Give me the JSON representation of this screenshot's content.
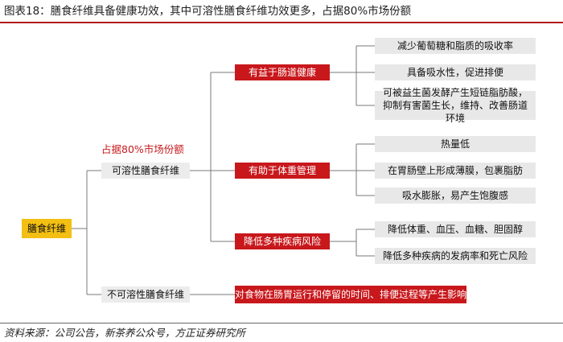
{
  "header": {
    "title": "图表18：膳食纤维具备健康功效，其中可溶性膳食纤维功效更多，占据80%市场份额"
  },
  "footer": {
    "source": "资料来源：公司公告，新茶养公众号，方正证券研究所"
  },
  "diagram": {
    "root": "膳食纤维",
    "annotation": "占据80%市场份额",
    "soluble": {
      "label": "可溶性膳食纤维",
      "benefits": [
        {
          "label": "有益于肠道健康",
          "details": [
            "减少葡萄糖和脂质的吸收率",
            "具备吸水性，促进排便",
            "可被益生菌发酵产生短链脂肪酸，抑制有害菌生长，维持、改善肠道环境"
          ]
        },
        {
          "label": "有助于体重管理",
          "details": [
            "热量低",
            "在胃肠壁上形成薄膜，包裹脂肪",
            "吸水膨胀，易产生饱腹感"
          ]
        },
        {
          "label": "降低多种疾病风险",
          "details": [
            "降低体重、血压、血糖、胆固醇",
            "降低多种疾病的发病率和死亡风险"
          ]
        }
      ]
    },
    "insoluble": {
      "label": "不可溶性膳食纤维",
      "effect": "对食物在肠胃运行和停留的时间、排便过程等产生影响"
    }
  }
}
